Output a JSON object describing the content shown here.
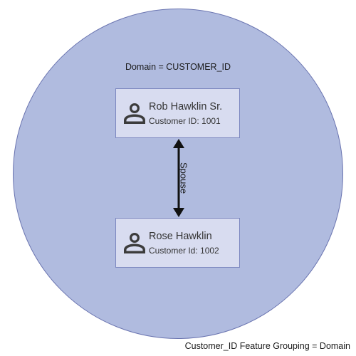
{
  "domain": {
    "label": "Domain = CUSTOMER_ID",
    "fill_color": "#b0bbdf",
    "border_color": "#6a74b0"
  },
  "entities": [
    {
      "icon": "person-icon",
      "name": "Rob Hawklin Sr.",
      "id_text": "Customer ID: 1001"
    },
    {
      "icon": "person-icon",
      "name": "Rose Hawklin",
      "id_text": "Customer Id: 1002"
    }
  ],
  "relationship": {
    "label": "Spouse",
    "direction": "bidirectional"
  },
  "footer": {
    "label": "Customer_ID Feature Grouping = Domain"
  },
  "colors": {
    "card_fill": "#d8dcf0",
    "card_border": "#7d88c0",
    "icon": "#3c3c3c",
    "arrow": "#111111"
  }
}
